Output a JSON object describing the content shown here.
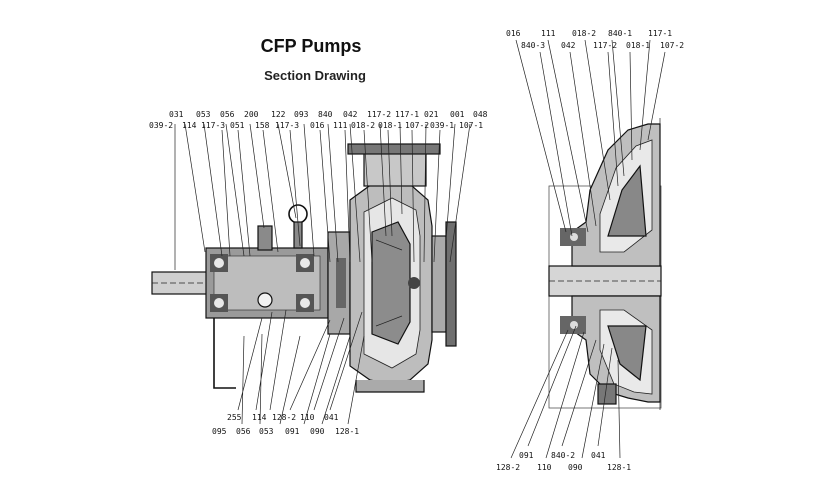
{
  "title": "CFP Pumps",
  "subtitle": "Section Drawing",
  "left_view": {
    "top_labels_row1": [
      "031",
      "053",
      "056",
      "200",
      "122",
      "093",
      "840",
      "042",
      "117-2",
      "117-1",
      "021",
      "001",
      "048"
    ],
    "top_labels_row2": [
      "039-2",
      "114",
      "117-3",
      "051",
      "158",
      "117-3",
      "016",
      "111",
      "018-2",
      "018-1",
      "107-2",
      "039-1",
      "107-1"
    ],
    "bottom_labels_row1": [
      "255",
      "114",
      "128-2",
      "110",
      "041"
    ],
    "bottom_labels_row2": [
      "095",
      "056",
      "053",
      "091",
      "090",
      "128-1"
    ]
  },
  "right_view": {
    "top_labels_row1": [
      "016",
      "111",
      "018-2",
      "840-1",
      "117-1"
    ],
    "top_labels_row2": [
      "840-3",
      "042",
      "117-2",
      "018-1",
      "107-2"
    ],
    "bottom_labels_row1": [
      "091",
      "840-2",
      "041"
    ],
    "bottom_labels_row2": [
      "128-2",
      "110",
      "090",
      "128-1"
    ]
  }
}
